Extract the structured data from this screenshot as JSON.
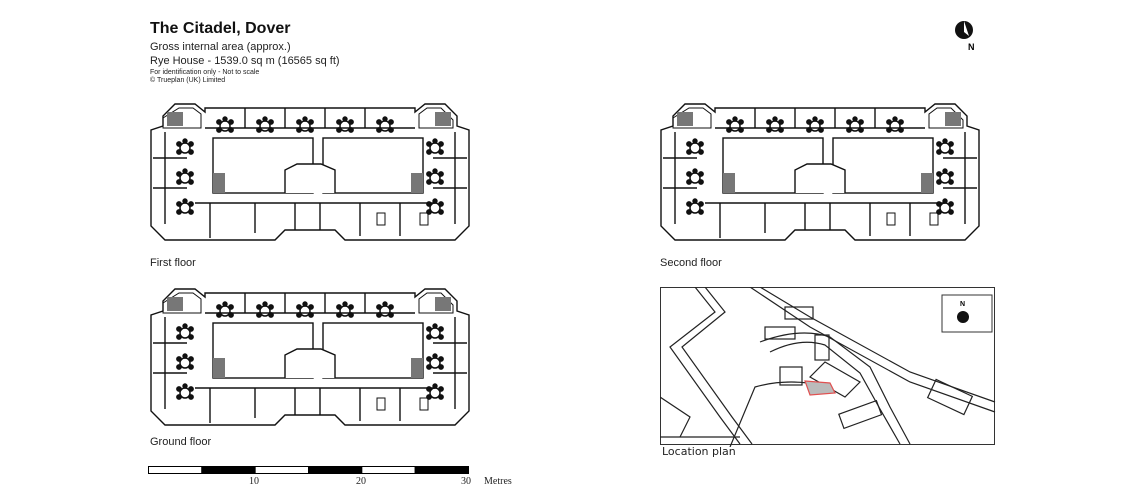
{
  "header": {
    "title": "The Citadel, Dover",
    "subtitle": "Gross internal area (approx.)",
    "area": "Rye House - 1539.0 sq m (16565 sq ft)",
    "disclaimer": "For identification only - Not to scale",
    "copyright": "© Trueplan (UK) Limited"
  },
  "compass": {
    "label": "N"
  },
  "plans": [
    {
      "label": "First floor"
    },
    {
      "label": "Second floor"
    },
    {
      "label": "Ground floor"
    }
  ],
  "location_plan": {
    "label": "Location plan",
    "compass_label": "N",
    "highlight_color": "#e05050"
  },
  "scale_bar": {
    "ticks": [
      "10",
      "20",
      "30"
    ],
    "unit": "Metres",
    "segment_metres": 5,
    "total_metres": 30
  }
}
